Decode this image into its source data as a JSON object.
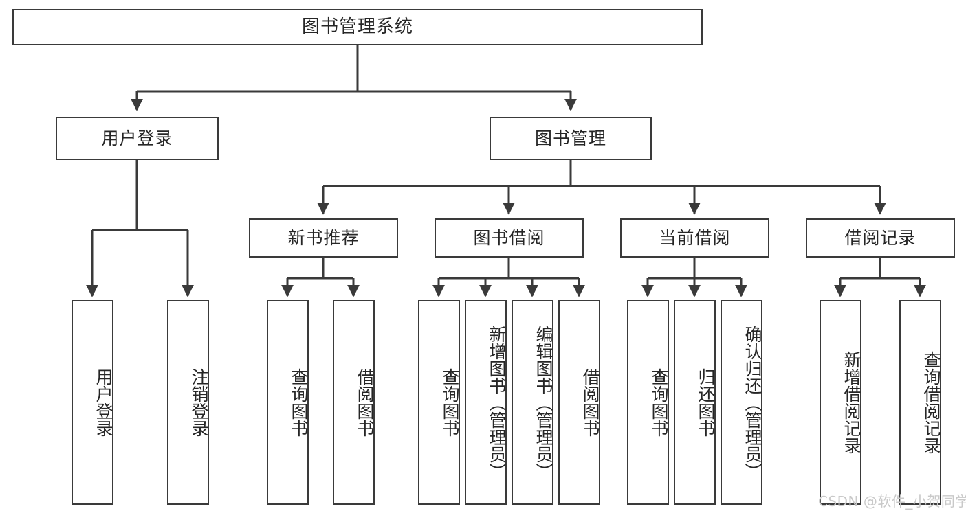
{
  "diagram": {
    "type": "tree",
    "title": "图书管理系统",
    "root": {
      "label": "图书管理系统"
    },
    "level2": [
      {
        "label": "用户登录"
      },
      {
        "label": "图书管理"
      }
    ],
    "level3": [
      {
        "label": "新书推荐"
      },
      {
        "label": "图书借阅"
      },
      {
        "label": "当前借阅"
      },
      {
        "label": "借阅记录"
      }
    ],
    "leaves": {
      "user_login": [
        {
          "label": "用户登录"
        },
        {
          "label": "注销登录"
        }
      ],
      "new_book_recommend": [
        {
          "label": "查询图书"
        },
        {
          "label": "借阅图书"
        }
      ],
      "book_borrow": [
        {
          "label": "查询图书"
        },
        {
          "label": "新增图书（管理员）"
        },
        {
          "label": "编辑图书（管理员）"
        },
        {
          "label": "借阅图书"
        }
      ],
      "current_borrow": [
        {
          "label": "查询图书"
        },
        {
          "label": "归还图书"
        },
        {
          "label": "确认归还（管理员）"
        }
      ],
      "borrow_record": [
        {
          "label": "新增借阅记录"
        },
        {
          "label": "查询借阅记录"
        }
      ]
    }
  },
  "watermark": {
    "text": "CSDN @软件_小贺同学"
  },
  "colors": {
    "stroke": "#3a3a3a",
    "fill": "#ffffff",
    "text": "#262626",
    "watermark": "#c9c9c9"
  }
}
